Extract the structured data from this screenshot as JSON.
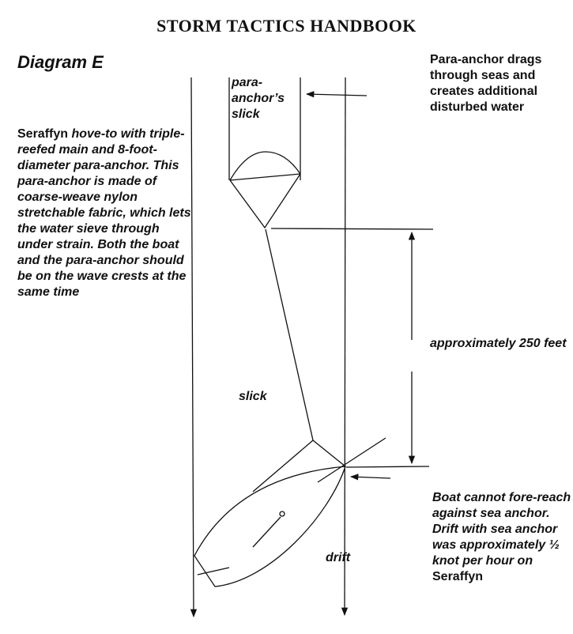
{
  "header": {
    "title": "STORM TACTICS HANDBOOK"
  },
  "diagram": {
    "title": "Diagram E",
    "description": "Seraffyn hove-to with triple-reefed main and 8-foot-diameter para-anchor. This para-anchor is made of coarse-weave nylon stretchable fabric, which lets the water sieve through under strain. Both the boat and the para-anchor should be on the wave crests at the same time",
    "description_parts": {
      "boat_name": "Seraffyn",
      "rest": " hove-to with triple-reefed main and 8-foot-diameter para-anchor. This para-anchor is made of coarse-weave nylon stretchable fabric, which lets the water sieve through under strain. Both the boat and the para-anchor should be on the wave crests at the same time"
    },
    "para_anchor_note": "Para-anchor drags through seas and creates additional disturbed water",
    "para_anchor_slick_label": "para-anchor’s slick",
    "distance_label": "approximately 250 feet",
    "slick_label": "slick",
    "drift_label": "drift",
    "boat_note": {
      "line1": "Boat cannot fore-reach against sea anchor. Drift with sea anchor was approximately",
      "fraction": "½",
      "line2": "knot per hour on",
      "boat_name": "Seraffyn"
    }
  }
}
